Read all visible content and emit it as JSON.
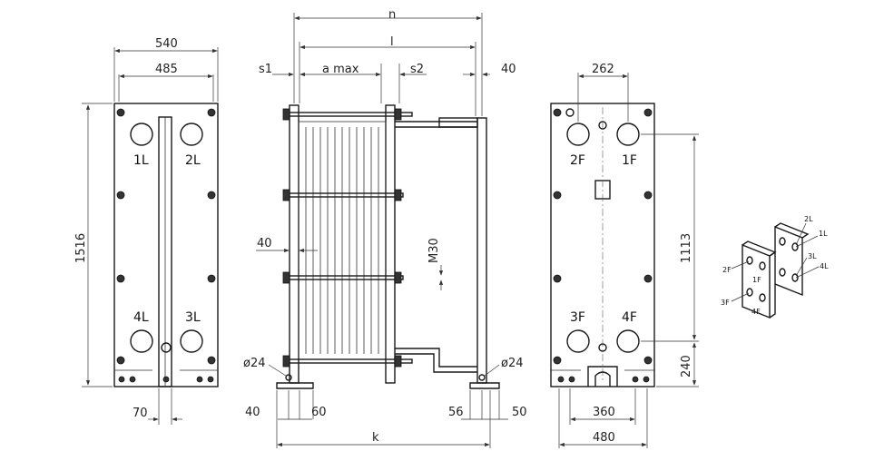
{
  "views": {
    "front": {
      "dims": {
        "width_outer": "540",
        "width_inner": "485",
        "height": "1516",
        "foot": "70"
      },
      "ports": {
        "top_left": "1L",
        "top_right": "2L",
        "bottom_left": "4L",
        "bottom_right": "3L"
      }
    },
    "side": {
      "dims": {
        "n": "n",
        "l": "l",
        "s1": "s1",
        "a_max": "a max",
        "s2": "s2",
        "right_gap": "40",
        "port_offset": "40",
        "bolt": "M30",
        "hole_left": "ø24",
        "hole_right": "ø24",
        "foot_left": "40",
        "foot_mid": "60",
        "foot_r1": "56",
        "foot_r2": "50",
        "k": "k"
      }
    },
    "back": {
      "dims": {
        "port_spacing": "262",
        "port_height": "1113",
        "bottom": "240",
        "foot_inner": "360",
        "foot_outer": "480"
      },
      "ports": {
        "top_left": "2F",
        "top_right": "1F",
        "bottom_left": "3F",
        "bottom_right": "4F"
      }
    },
    "iso": {
      "labels": {
        "l2": "2L",
        "l1": "1L",
        "l3": "3L",
        "l4": "4L",
        "f2": "2F",
        "f1": "1F",
        "f3": "3F",
        "f4": "4F"
      }
    }
  }
}
